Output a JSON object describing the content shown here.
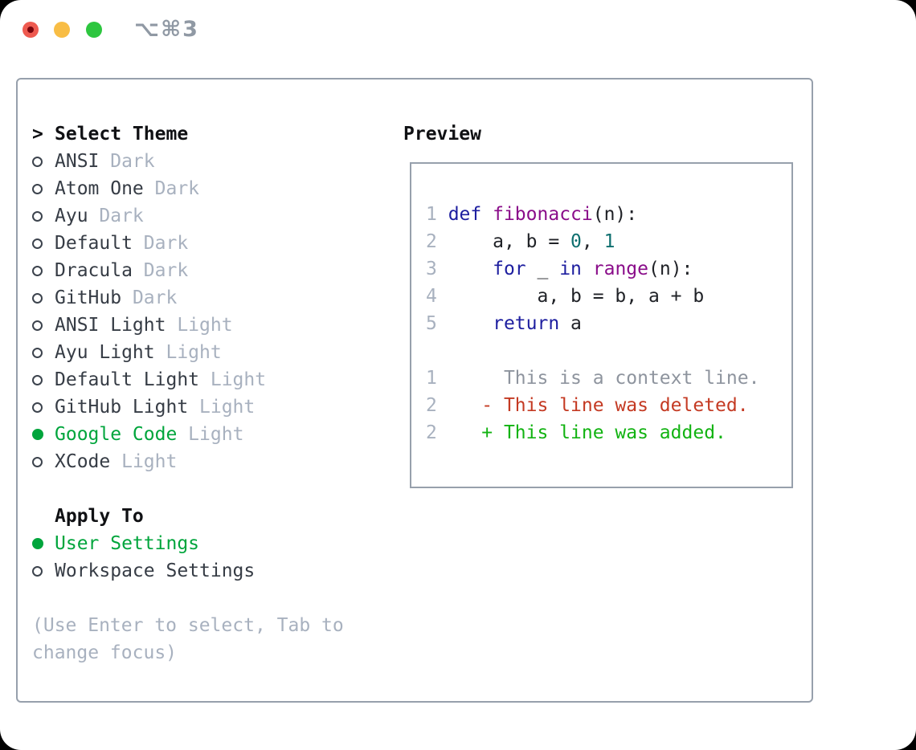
{
  "window": {
    "title": "⌥⌘3"
  },
  "titlebar": {
    "buttons": [
      {
        "name": "close-button",
        "color": "#ee5a50"
      },
      {
        "name": "minimize-button",
        "color": "#f8bd45"
      },
      {
        "name": "zoom-button",
        "color": "#2dc63f"
      }
    ]
  },
  "theme_panel": {
    "header": {
      "marker": ">",
      "label": "Select Theme"
    },
    "themes": [
      {
        "name": "ANSI",
        "variant": "Dark",
        "selected": false
      },
      {
        "name": "Atom One",
        "variant": "Dark",
        "selected": false
      },
      {
        "name": "Ayu",
        "variant": "Dark",
        "selected": false
      },
      {
        "name": "Default",
        "variant": "Dark",
        "selected": false
      },
      {
        "name": "Dracula",
        "variant": "Dark",
        "selected": false
      },
      {
        "name": "GitHub",
        "variant": "Dark",
        "selected": false
      },
      {
        "name": "ANSI Light",
        "variant": "Light",
        "selected": false
      },
      {
        "name": "Ayu Light",
        "variant": "Light",
        "selected": false
      },
      {
        "name": "Default Light",
        "variant": "Light",
        "selected": false
      },
      {
        "name": "GitHub Light",
        "variant": "Light",
        "selected": false
      },
      {
        "name": "Google Code",
        "variant": "Light",
        "selected": true
      },
      {
        "name": "XCode",
        "variant": "Light",
        "selected": false
      }
    ],
    "apply_to": {
      "label": "Apply To",
      "options": [
        {
          "label": "User Settings",
          "selected": true
        },
        {
          "label": "Workspace Settings",
          "selected": false
        }
      ]
    },
    "help_lines": [
      "(Use Enter to select, Tab to",
      "change focus)"
    ]
  },
  "preview": {
    "label": "Preview",
    "code_lines": [
      {
        "num": "1",
        "tokens": [
          {
            "text": "def",
            "type": "keyword"
          },
          {
            "text": " ",
            "type": "plain"
          },
          {
            "text": "fibonacci",
            "type": "function"
          },
          {
            "text": "(n):",
            "type": "plain"
          }
        ]
      },
      {
        "num": "2",
        "tokens": [
          {
            "text": "    a, b = ",
            "type": "plain"
          },
          {
            "text": "0",
            "type": "literal"
          },
          {
            "text": ", ",
            "type": "plain"
          },
          {
            "text": "1",
            "type": "literal"
          }
        ]
      },
      {
        "num": "3",
        "tokens": [
          {
            "text": "    ",
            "type": "plain"
          },
          {
            "text": "for",
            "type": "keyword"
          },
          {
            "text": " _ ",
            "type": "plain"
          },
          {
            "text": "in",
            "type": "keyword"
          },
          {
            "text": " ",
            "type": "plain"
          },
          {
            "text": "range",
            "type": "function"
          },
          {
            "text": "(n):",
            "type": "plain"
          }
        ]
      },
      {
        "num": "4",
        "tokens": [
          {
            "text": "        a, b = b, a + b",
            "type": "plain"
          }
        ]
      },
      {
        "num": "5",
        "tokens": [
          {
            "text": "    ",
            "type": "plain"
          },
          {
            "text": "return",
            "type": "keyword"
          },
          {
            "text": " a",
            "type": "plain"
          }
        ]
      }
    ],
    "diff_lines": [
      {
        "num": "1",
        "content": "     This is a context line.",
        "type": "context"
      },
      {
        "num": "2",
        "content": "   - This line was deleted.",
        "type": "deleted"
      },
      {
        "num": "2",
        "content": "   + This line was added.",
        "type": "added"
      }
    ]
  },
  "colors": {
    "accent_green": "#00a53c",
    "muted_gray": "#a8b1bf",
    "panel_border": "#97a0ac",
    "keyword": "#1d1e9f",
    "function": "#8a0d8a",
    "literal": "#0e6f6f",
    "plain": "#202227",
    "line_number": "#a8b1bf",
    "diff_context": "#8e949e",
    "diff_deleted": "#c43a23",
    "diff_added": "#12b312",
    "title_gray": "#9099a4"
  }
}
